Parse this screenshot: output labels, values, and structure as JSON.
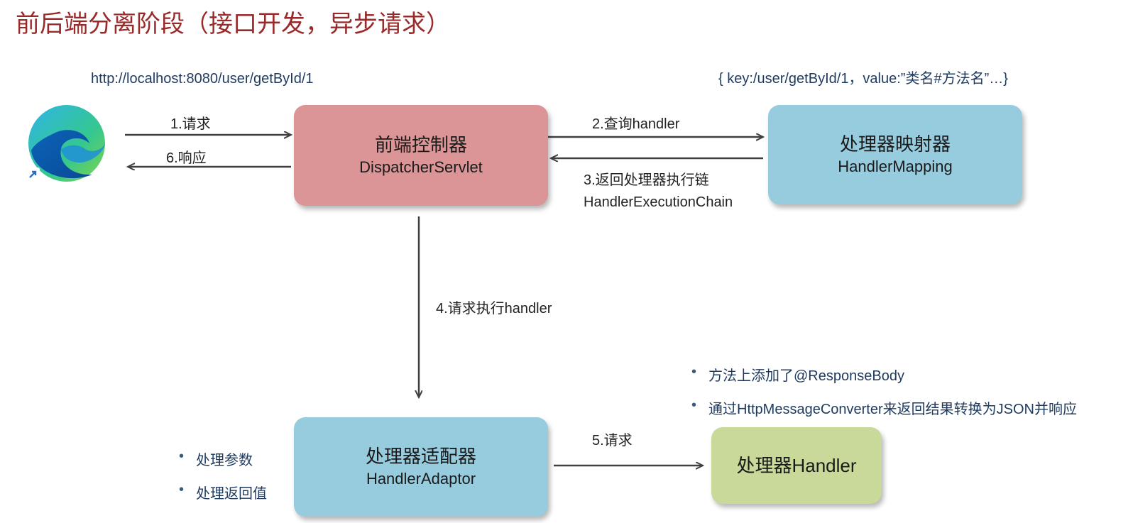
{
  "title": "前后端分离阶段（接口开发，异步请求）",
  "url": "http://localhost:8080/user/getById/1",
  "mapping_note": "{ key:/user/getById/1，value:”类名#方法名”…}",
  "nodes": {
    "dispatcher": {
      "cn": "前端控制器",
      "en": "DispatcherServlet"
    },
    "mapping": {
      "cn": "处理器映射器",
      "en": "HandlerMapping"
    },
    "adaptor": {
      "cn": "处理器适配器",
      "en": "HandlerAdaptor"
    },
    "handler": {
      "cn": "处理器Handler"
    }
  },
  "edges": {
    "e1": "1.请求",
    "e2": "2.查询handler",
    "e3_line1": "3.返回处理器执行链",
    "e3_line2": "HandlerExecutionChain",
    "e4": "4.请求执行handler",
    "e5": "5.请求",
    "e6": "6.响应"
  },
  "adaptor_notes": [
    "处理参数",
    "处理返回值"
  ],
  "handler_notes": [
    "方法上添加了@ResponseBody",
    "通过HttpMessageConverter来返回结果转换为JSON并响应"
  ],
  "colors": {
    "title": "#9a2a2a",
    "dispatcher": "#db9596",
    "mapping": "#97ccdf",
    "adaptor": "#97ccdf",
    "handler": "#c8d99a",
    "arrow": "#404040"
  },
  "icons": {
    "browser": "edge-browser-icon"
  }
}
